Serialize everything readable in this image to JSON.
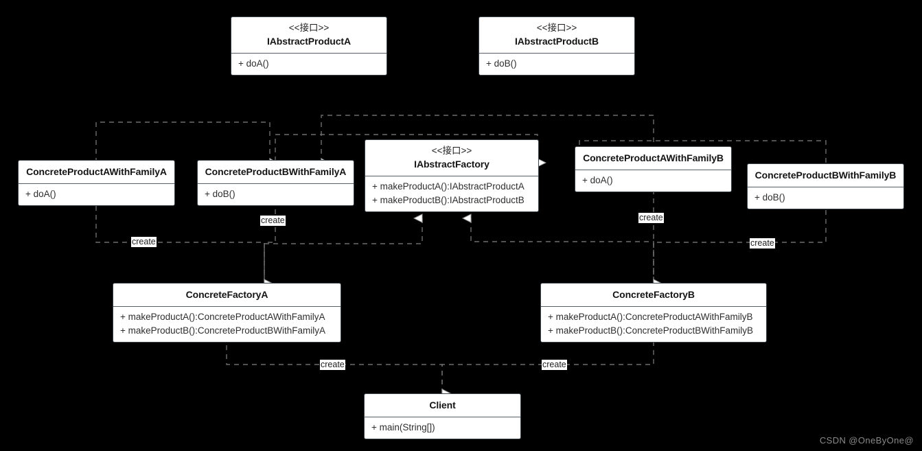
{
  "diagram": {
    "title": "Abstract Factory Pattern UML Class Diagram",
    "background_color": "#000000",
    "box_fill": "#ffffff",
    "box_border": "#3b444b",
    "line_color": "#6e6e6e",
    "label_text": "create"
  },
  "classes": {
    "iproduct_a": {
      "stereotype": "<<接口>>",
      "name": "IAbstractProductA",
      "members": [
        "+ doA()"
      ]
    },
    "iproduct_b": {
      "stereotype": "<<接口>>",
      "name": "IAbstractProductB",
      "members": [
        "+ doB()"
      ]
    },
    "ifactory": {
      "stereotype": "<<接口>>",
      "name": "IAbstractFactory",
      "members": [
        "+ makeProductA():IAbstractProductA",
        "+ makeProductB():IAbstractProductB"
      ]
    },
    "product_a_family_a": {
      "stereotype": "",
      "name": "ConcreteProductAWithFamilyA",
      "members": [
        "+ doA()"
      ]
    },
    "product_b_family_a": {
      "stereotype": "",
      "name": "ConcreteProductBWithFamilyA",
      "members": [
        "+ doB()"
      ]
    },
    "product_a_family_b": {
      "stereotype": "",
      "name": "ConcreteProductAWithFamilyB",
      "members": [
        "+ doA()"
      ]
    },
    "product_b_family_b": {
      "stereotype": "",
      "name": "ConcreteProductBWithFamilyB",
      "members": [
        "+ doB()"
      ]
    },
    "factory_a": {
      "stereotype": "",
      "name": "ConcreteFactoryA",
      "members": [
        "+ makeProductA():ConcreteProductAWithFamilyA",
        "+ makeProductB():ConcreteProductBWithFamilyA"
      ]
    },
    "factory_b": {
      "stereotype": "",
      "name": "ConcreteFactoryB",
      "members": [
        "+ makeProductA():ConcreteProductAWithFamilyB",
        "+ makeProductB():ConcreteProductBWithFamilyB"
      ]
    },
    "client": {
      "stereotype": "",
      "name": "Client",
      "members": [
        "+ main(String[])"
      ]
    }
  },
  "edge_labels": {
    "fa_to_pa_a": "create",
    "fa_to_pb_a": "create",
    "fb_to_pa_b": "create",
    "fb_to_pb_b": "create",
    "client_to_fa": "create",
    "client_to_fb": "create"
  },
  "watermark": {
    "text": "CSDN @OneByOne@"
  }
}
